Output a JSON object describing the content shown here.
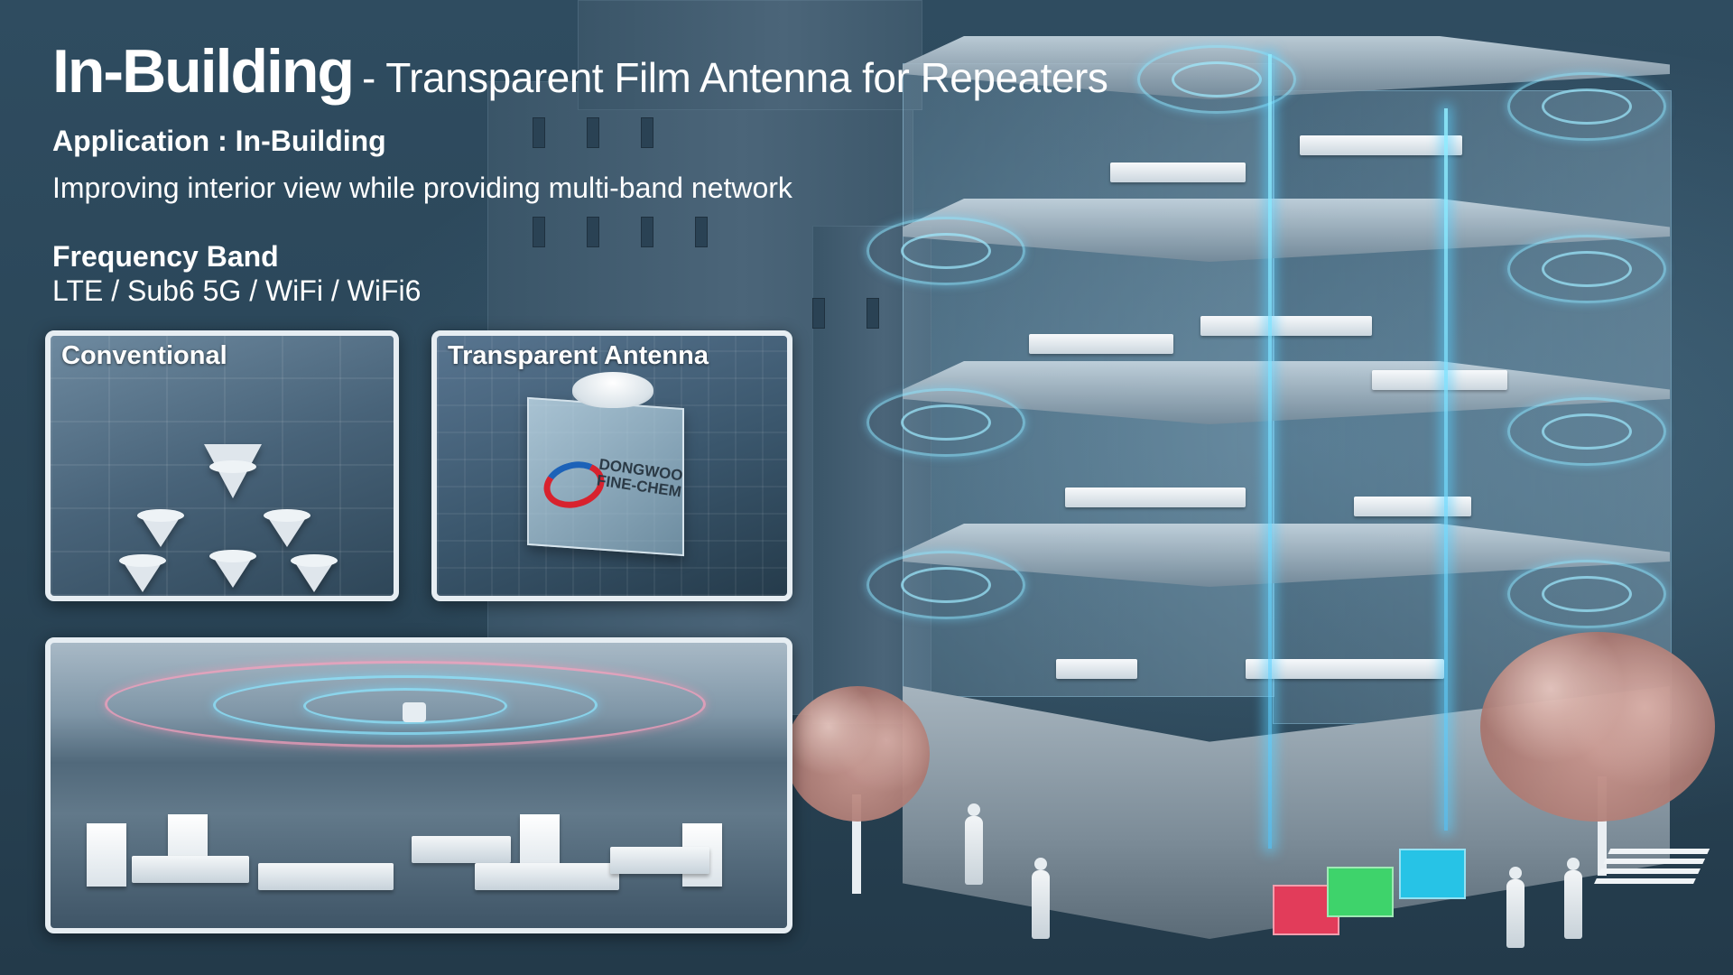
{
  "headline": {
    "main": "In-Building",
    "sub": "- Transparent Film Antenna for Repeaters"
  },
  "application": "Application : In-Building",
  "description": "Improving interior view while providing multi-band network",
  "frequency": {
    "title": "Frequency Band",
    "values": "LTE / Sub6 5G / WiFi / WiFi6"
  },
  "panels": {
    "conventional": "Conventional",
    "transparent": "Transparent Antenna"
  },
  "brand": {
    "line1": "DONGWOO",
    "line2": "FINE-CHEM"
  },
  "colors": {
    "signal": "#8ce6ff",
    "background": "#2d4a5e",
    "block_red": "#e23c5a",
    "block_green": "#3ed36b",
    "block_cyan": "#27c3e6"
  }
}
